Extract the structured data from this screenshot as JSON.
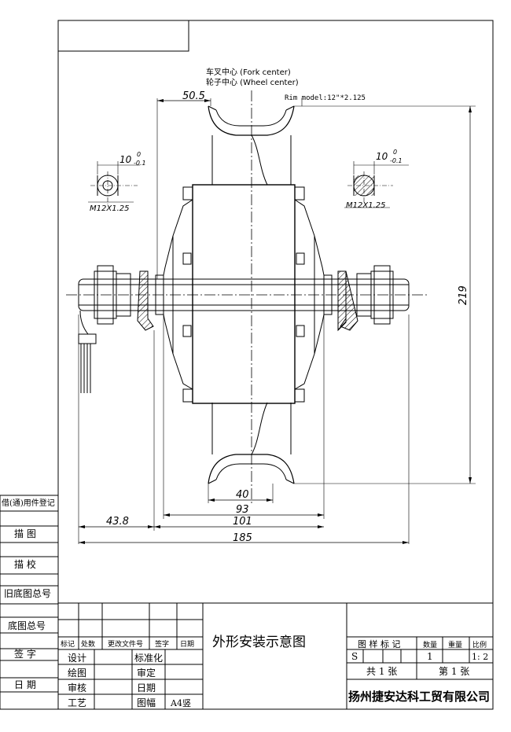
{
  "drawing": {
    "fork_center": "车叉中心 (Fork center)",
    "wheel_center": "轮子中心 (Wheel center)",
    "rim_model": "Rim model:12\"*2.125",
    "dims": {
      "top_width": "50.5",
      "height": "219",
      "d40": "40",
      "d93": "93",
      "d101": "101",
      "d185": "185",
      "d43_8": "43.8"
    },
    "left_detail": {
      "size": "10",
      "tol_upper": "0",
      "tol_lower": "-0.1",
      "thread": "M12X1.25"
    },
    "right_detail": {
      "size": "10",
      "tol_upper": "0",
      "tol_lower": "-0.1",
      "thread": "M12X1.25"
    }
  },
  "side_strip": {
    "items": [
      "借(通)用件登记",
      "描 图",
      "描 校",
      "旧底图总号",
      "底图总号",
      "签 字",
      "日 期"
    ]
  },
  "title_block": {
    "rev_headers": [
      "标记",
      "处数",
      "更改文件号",
      "签字",
      "日期"
    ],
    "row_labels": [
      "设计",
      "绘图",
      "审核",
      "工艺"
    ],
    "row_labels2": [
      "标准化",
      "审定",
      "日期",
      "图幅"
    ],
    "sheet_size": "A4竖",
    "title": "外形安装示意图",
    "stage_label": "图 样 标 记",
    "stage_value": "S",
    "qty_label": "数量",
    "weight_label": "重量",
    "scale_label": "比例",
    "qty_value": "1",
    "scale_value": "1: 2",
    "total_sheets": "共 1 张",
    "sheet_no": "第 1 张",
    "company": "扬州捷安达科工贸有限公司"
  }
}
